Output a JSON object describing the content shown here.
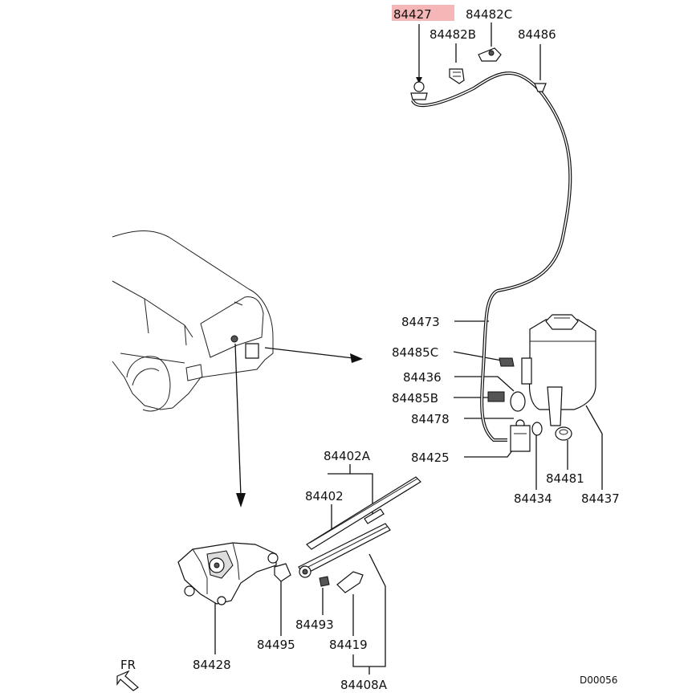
{
  "diagram": {
    "highlight_color": "#f4b6b6",
    "line_color": "#111111",
    "parts": [
      {
        "id": "84427",
        "highlighted": true
      },
      {
        "id": "84482C"
      },
      {
        "id": "84482B"
      },
      {
        "id": "84486"
      },
      {
        "id": "84473"
      },
      {
        "id": "84485C"
      },
      {
        "id": "84436"
      },
      {
        "id": "84485B"
      },
      {
        "id": "84478"
      },
      {
        "id": "84425"
      },
      {
        "id": "84434"
      },
      {
        "id": "84481"
      },
      {
        "id": "84437"
      },
      {
        "id": "84402A"
      },
      {
        "id": "84402"
      },
      {
        "id": "84428"
      },
      {
        "id": "84495"
      },
      {
        "id": "84493"
      },
      {
        "id": "84419"
      },
      {
        "id": "84408A"
      }
    ],
    "direction_label": "FR",
    "drawing_code": "D00056"
  }
}
